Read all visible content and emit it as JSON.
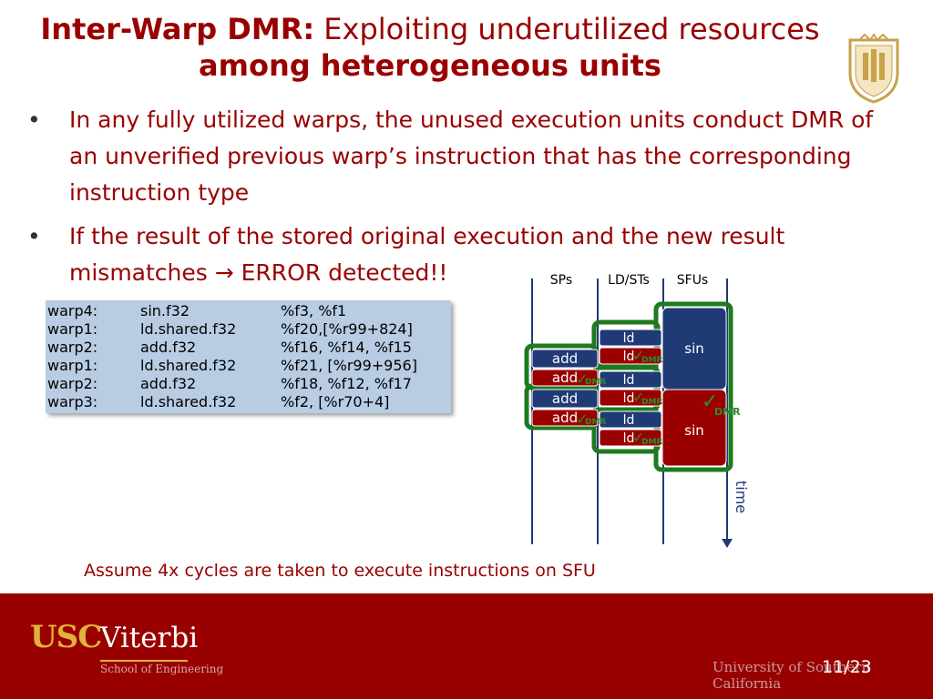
{
  "title": {
    "bold_part": "Inter-Warp DMR:",
    "normal_part": "Exploiting underutilized resources",
    "line2": "among heterogeneous units"
  },
  "bullets": [
    "In any fully utilized warps, the unused execution units conduct DMR of an unverified previous warp’s instruction that has the corresponding instruction type",
    "If the result of the stored original execution and the new result mismatches  → ERROR detected!!"
  ],
  "code_rows": [
    {
      "warp": "warp4:",
      "op": "sin.f32",
      "args": "%f3, %f1"
    },
    {
      "warp": "warp1:",
      "op": "ld.shared.f32",
      "args": "%f20,[%r99+824]"
    },
    {
      "warp": "warp2:",
      "op": "add.f32",
      "args": "%f16, %f14, %f15"
    },
    {
      "warp": "warp1:",
      "op": "ld.shared.f32",
      "args": "%f21, [%r99+956]"
    },
    {
      "warp": "warp2:",
      "op": "add.f32",
      "args": "%f18, %f12, %f17"
    },
    {
      "warp": "warp3:",
      "op": "ld.shared.f32",
      "args": "%f2, [%r70+4]"
    }
  ],
  "diagram": {
    "col_labels": [
      "SPs",
      "LD/STs",
      "SFUs"
    ],
    "time_label": "time",
    "sp_blocks": [
      {
        "label": "add",
        "color": "blue"
      },
      {
        "label": "add",
        "color": "red"
      },
      {
        "label": "add",
        "color": "blue"
      },
      {
        "label": "add",
        "color": "red"
      }
    ],
    "ld_blocks": [
      {
        "label": "ld",
        "color": "blue"
      },
      {
        "label": "ld",
        "color": "red"
      },
      {
        "label": "ld",
        "color": "blue"
      },
      {
        "label": "ld",
        "color": "red"
      },
      {
        "label": "ld",
        "color": "blue"
      },
      {
        "label": "ld",
        "color": "red"
      }
    ],
    "sfu_blocks": [
      {
        "label": "sin",
        "color": "blue"
      },
      {
        "label": "sin",
        "color": "red"
      }
    ],
    "dmr_label": "DMR",
    "colors": {
      "blue": "#1f3a75",
      "red": "#9b0000",
      "green": "#1e7a1e",
      "check": "#2e8b2e"
    }
  },
  "footnote": "Assume 4x cycles are taken to execute instructions on SFU",
  "footer": {
    "usc": "USC",
    "viterbi": "Viterbi",
    "school": "School of Engineering",
    "university": "University of Southern California",
    "page": "11/23"
  },
  "colors": {
    "cardinal": "#990000",
    "gold": "#e2b13c",
    "code_bg": "#b8cce4"
  }
}
